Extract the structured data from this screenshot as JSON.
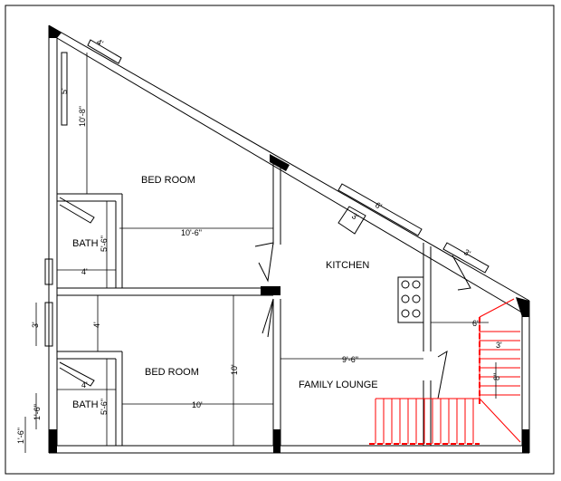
{
  "rooms": {
    "bedroom_top": "BED ROOM",
    "bedroom_bottom": "BED ROOM",
    "bath_top": "BATH",
    "bath_bottom": "BATH",
    "kitchen": "KITCHEN",
    "family_lounge": "FAMILY  LOUNGE"
  },
  "dimensions": {
    "top_window": "4'",
    "left_window": "5'",
    "bedroom_top_height": "10'-8\"",
    "bedroom_top_width": "10'-6\"",
    "bath_top_height": "5'-6\"",
    "bath_top_width": "4'",
    "kitchen_window": "6'",
    "kitchen_sink": "3'",
    "right_window": "3'",
    "left_window_mid": "3'",
    "bedroom_bottom_left": "4'",
    "bedroom_bottom_height": "10'",
    "bedroom_bottom_width": "10'",
    "bath_bottom_width": "4'",
    "bath_bottom_height": "5'-6\"",
    "lounge_width": "9'-6\"",
    "stair_width": "6'",
    "stair_inner": "3'",
    "stair_depth": "8\"",
    "left_offset_a": "1'-6\"",
    "left_offset_b": "1'-6\""
  },
  "colors": {
    "line": "#000000",
    "stair": "#ff0000"
  }
}
